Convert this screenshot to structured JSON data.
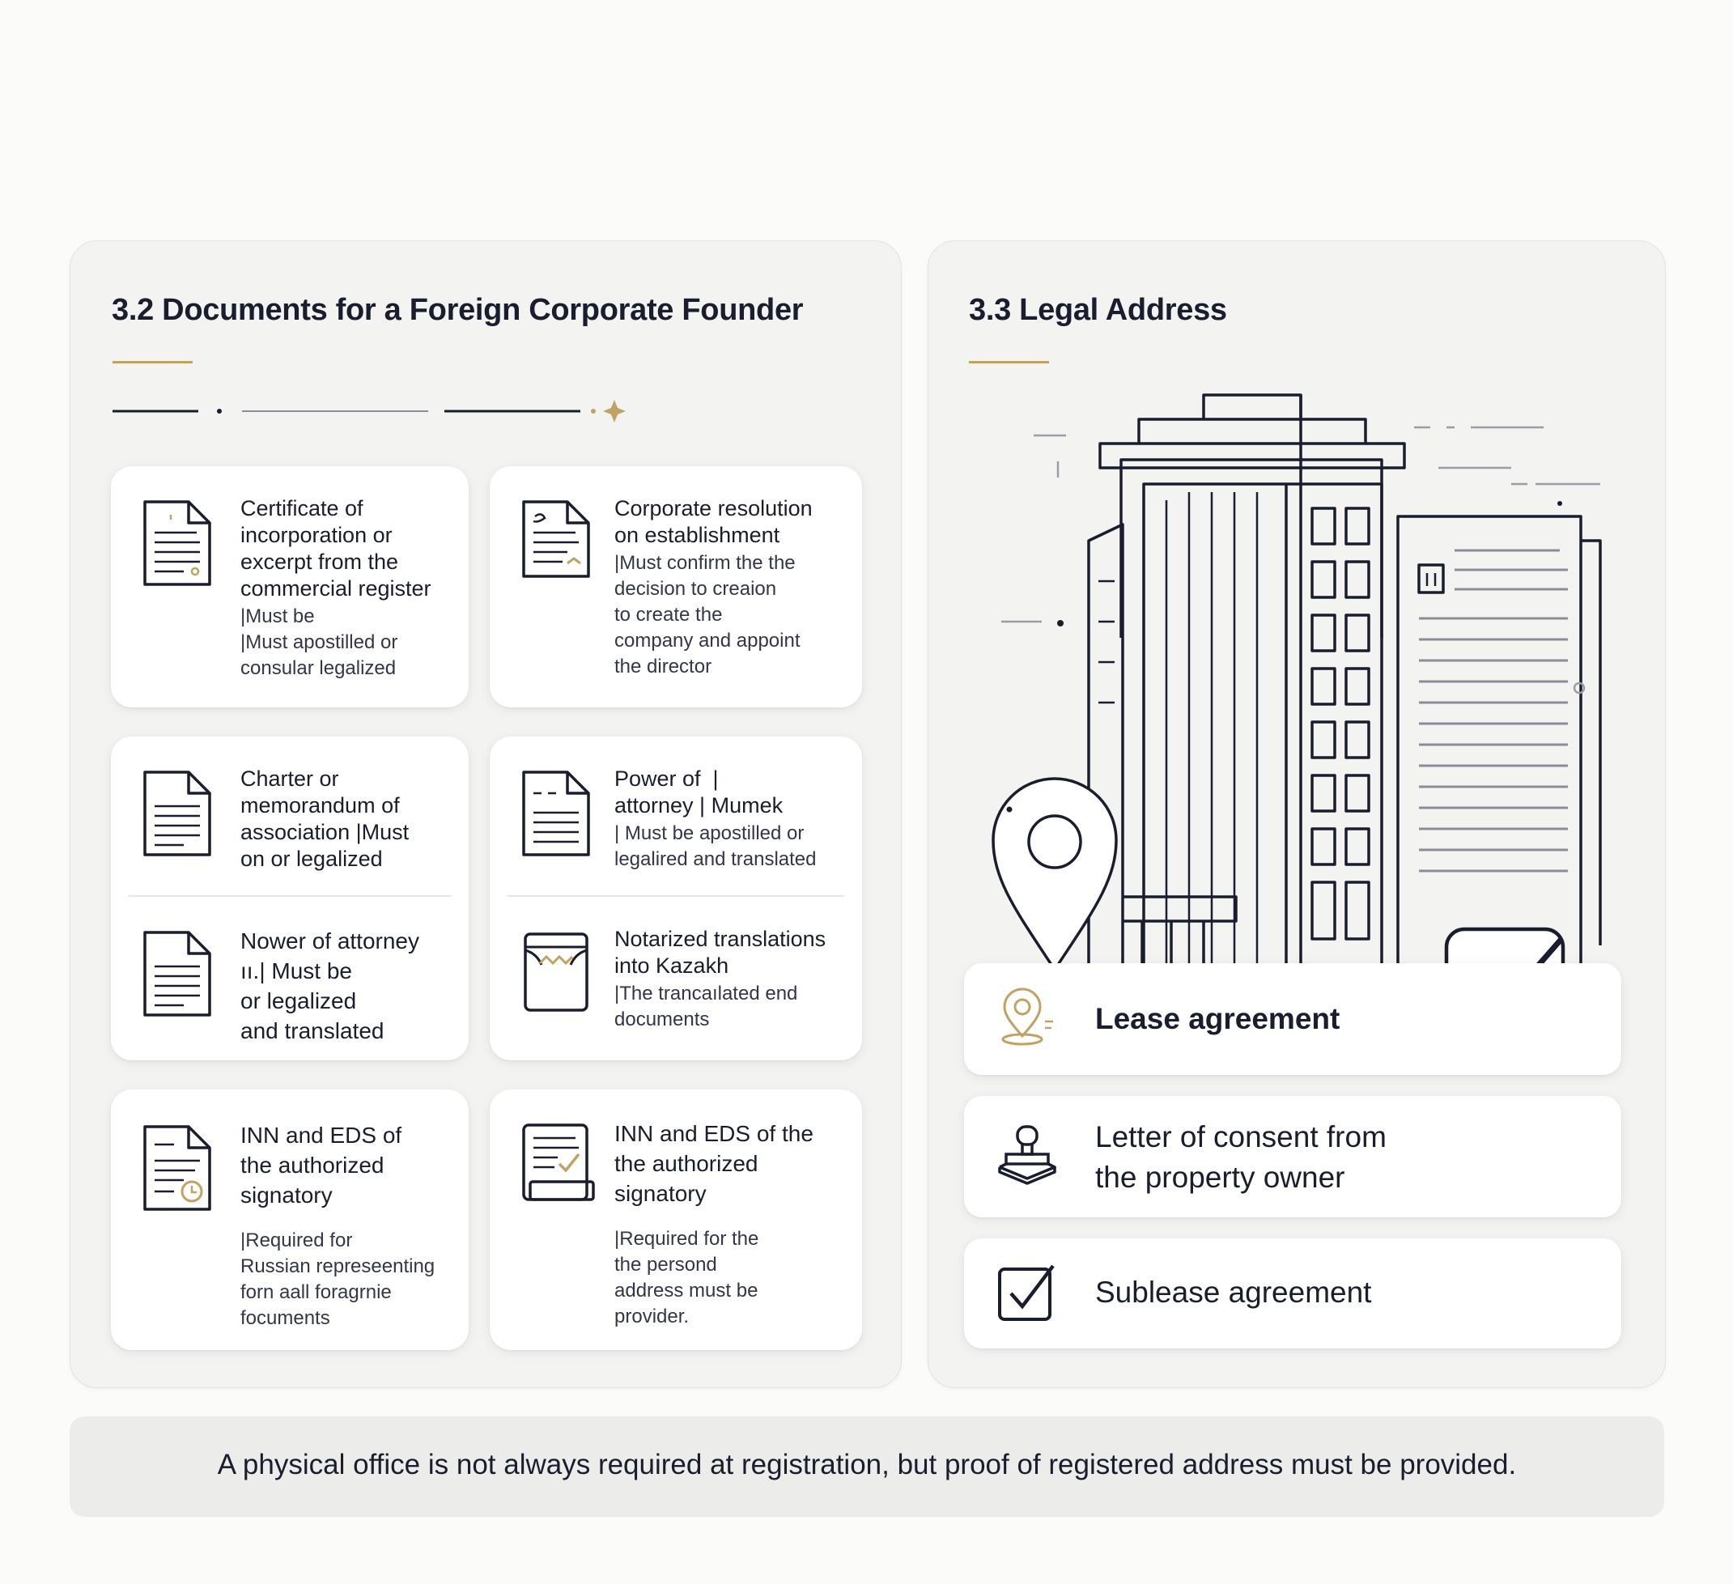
{
  "left_panel": {
    "title": "3.2 Documents for a Foreign Corporate Founder",
    "cards": [
      {
        "title": "Certificate of\nincorporation or\nexcerpt from the\ncommercial register",
        "note": "|Must be\n|Must apostilled or\nconsular legalized",
        "icon": "document-icon"
      },
      {
        "title": "Corporate resolution\non establishment",
        "note": "|Must confirm the the\ndecision to creaion\nto create the\ncompany and appoint\nthe director",
        "icon": "document-signature-icon"
      },
      {
        "title": "Charter or\nmemorandum of\nassociation |Must\non or legalized",
        "note": "",
        "icon": "document-icon"
      },
      {
        "title": "Power of  |\nattorney | Mumek",
        "note": "| Must be apostilled or\nlegalired and translated",
        "icon": "document-icon"
      },
      {
        "title": "Nower of attorney\nıı.| Must be\nor legalized\nand translated",
        "note": "",
        "icon": "document-icon"
      },
      {
        "title": "Notarized translations\ninto Kazakh",
        "note": "|The trancaılated end\ndocuments",
        "icon": "translation-icon"
      },
      {
        "title": "INN and EDS of\nthe authorized\nsignatory",
        "note": "|Required for\nRussian represeenting\nforn aall foragrnie\nfocuments",
        "icon": "document-clock-icon"
      },
      {
        "title": "INN and EDS of the\nthe authorized\nsignatory",
        "note": "|Required for the\nthe persond\naddress must be\nprovider.",
        "icon": "document-check-icon"
      }
    ]
  },
  "right_panel": {
    "title": "3.3 Legal Address",
    "illustration": "office-building-with-location-pin-and-checkbox",
    "items": [
      {
        "label": "Lease agreement",
        "icon": "location-pin-icon"
      },
      {
        "label": "Letter of consent from\nthe property owner",
        "icon": "stamp-icon"
      },
      {
        "label": "Sublease agreement",
        "icon": "checkbox-icon"
      }
    ]
  },
  "footer": {
    "note": "A physical office is not always required at registration, but proof of registered address must be provided."
  },
  "colors": {
    "accent_gold": "#c2a264",
    "ink": "#1a1d2e",
    "panel_bg": "#f3f3f2",
    "footer_bg": "#ececea"
  }
}
